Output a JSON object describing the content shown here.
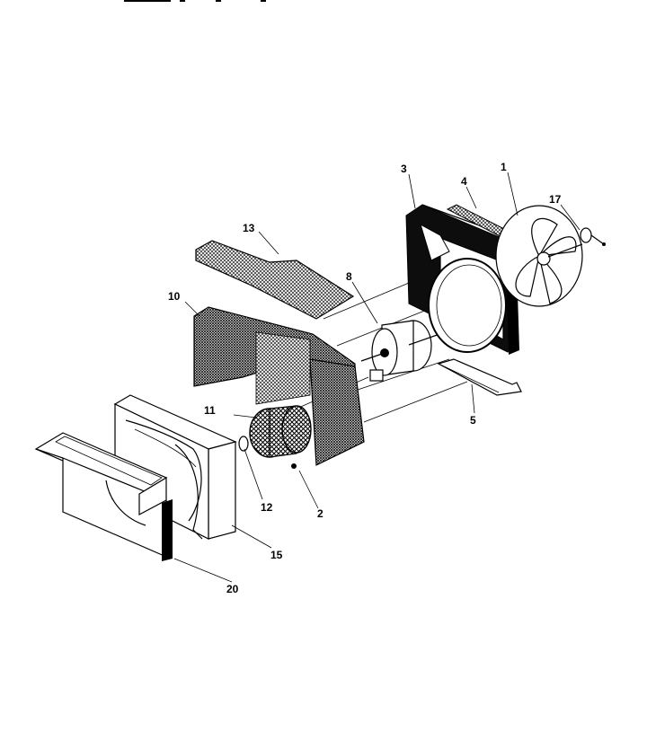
{
  "callouts": {
    "c1": "1",
    "c2": "2",
    "c3": "3",
    "c4": "4",
    "c5": "5",
    "c8": "8",
    "c10": "10",
    "c11": "11",
    "c12": "12",
    "c13": "13",
    "c15": "15",
    "c17": "17",
    "c20": "20"
  }
}
